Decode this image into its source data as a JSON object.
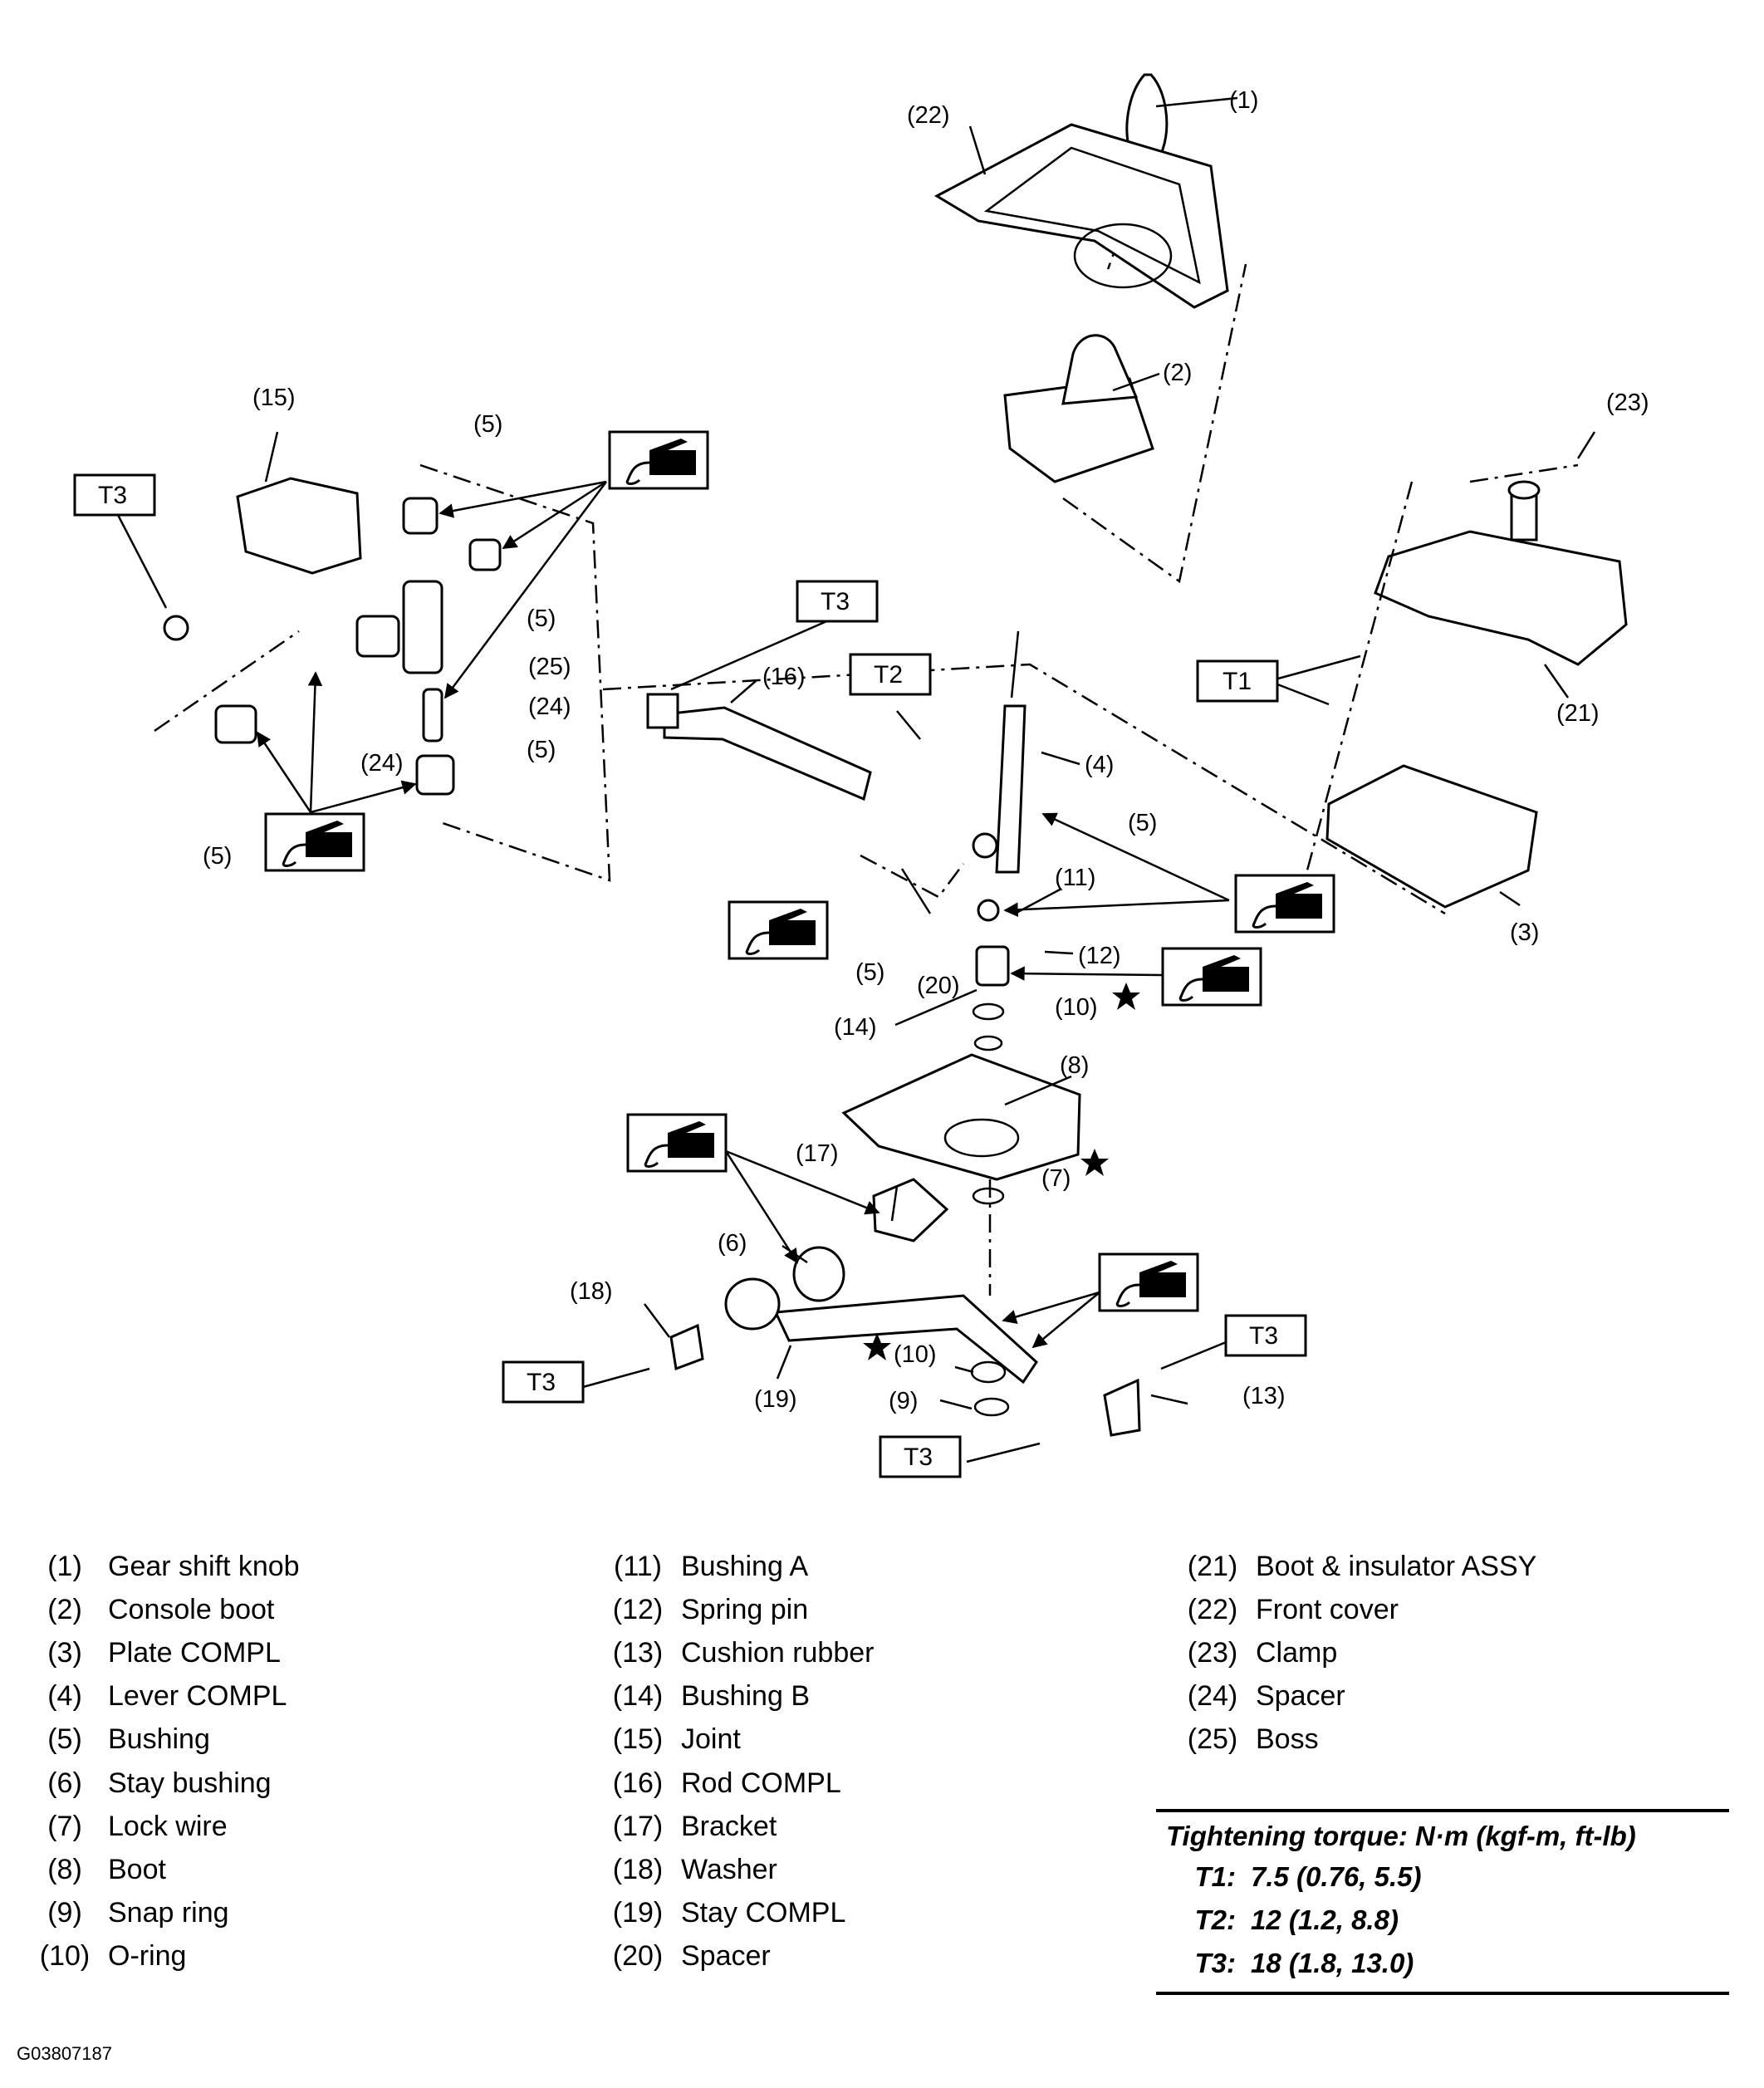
{
  "callouts": [
    "(1)",
    "(2)",
    "(3)",
    "(4)",
    "(5)",
    "(6)",
    "(7)",
    "(8)",
    "(9)",
    "(10)",
    "(11)",
    "(12)",
    "(13)",
    "(14)",
    "(15)",
    "(16)",
    "(17)",
    "(18)",
    "(19)",
    "(20)",
    "(21)",
    "(22)",
    "(23)",
    "(24)",
    "(25)"
  ],
  "torque_tags": {
    "t1": "T1",
    "t2": "T2",
    "t3": "T3"
  },
  "grease_icon": "grease-application-icon",
  "star_icon": "replace-part-star-icon",
  "legend": [
    {
      "num": "(1)",
      "name": "Gear shift knob"
    },
    {
      "num": "(2)",
      "name": "Console boot"
    },
    {
      "num": "(3)",
      "name": "Plate COMPL"
    },
    {
      "num": "(4)",
      "name": "Lever COMPL"
    },
    {
      "num": "(5)",
      "name": "Bushing"
    },
    {
      "num": "(6)",
      "name": "Stay bushing"
    },
    {
      "num": "(7)",
      "name": "Lock wire"
    },
    {
      "num": "(8)",
      "name": "Boot"
    },
    {
      "num": "(9)",
      "name": "Snap ring"
    },
    {
      "num": "(10)",
      "name": "O-ring"
    },
    {
      "num": "(11)",
      "name": "Bushing A"
    },
    {
      "num": "(12)",
      "name": "Spring pin"
    },
    {
      "num": "(13)",
      "name": "Cushion rubber"
    },
    {
      "num": "(14)",
      "name": "Bushing B"
    },
    {
      "num": "(15)",
      "name": "Joint"
    },
    {
      "num": "(16)",
      "name": "Rod COMPL"
    },
    {
      "num": "(17)",
      "name": "Bracket"
    },
    {
      "num": "(18)",
      "name": "Washer"
    },
    {
      "num": "(19)",
      "name": "Stay COMPL"
    },
    {
      "num": "(20)",
      "name": "Spacer"
    },
    {
      "num": "(21)",
      "name": "Boot & insulator ASSY"
    },
    {
      "num": "(22)",
      "name": "Front cover"
    },
    {
      "num": "(23)",
      "name": "Clamp"
    },
    {
      "num": "(24)",
      "name": "Spacer"
    },
    {
      "num": "(25)",
      "name": "Boss"
    }
  ],
  "torque": {
    "title": "Tightening torque: N·m (kgf-m, ft-lb)",
    "rows": [
      {
        "key": "T1:",
        "value": "7.5 (0.76, 5.5)"
      },
      {
        "key": "T2:",
        "value": "12 (1.2, 8.8)"
      },
      {
        "key": "T3:",
        "value": "18 (1.8, 13.0)"
      }
    ]
  },
  "figure_code": "G03807187"
}
